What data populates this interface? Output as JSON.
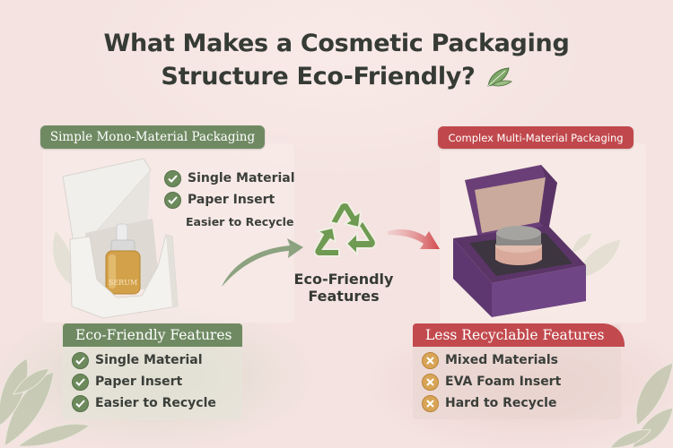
{
  "header": {
    "title_line1": "What Makes a Cosmetic Packaging",
    "title_line2": "Structure Eco-Friendly?",
    "title_icon": "leaf-icon"
  },
  "left": {
    "label": "Simple Mono-Material Packaging",
    "product": {
      "type": "white paper box with serum dropper bottle",
      "bottle_label": "SERUM"
    },
    "highlights": [
      {
        "icon": "check-icon",
        "text": "Single Material"
      },
      {
        "icon": "check-icon",
        "text": "Paper Insert"
      },
      {
        "icon": "",
        "text": "Easier to Recycle"
      }
    ],
    "features": {
      "heading": "Eco-Friendly Features",
      "items": [
        {
          "icon": "check-icon",
          "text": "Single Material"
        },
        {
          "icon": "check-icon",
          "text": "Paper Insert"
        },
        {
          "icon": "check-icon",
          "text": "Easier to Recycle"
        }
      ]
    }
  },
  "center": {
    "icon": "recycle-icon",
    "label_line1": "Eco-Friendly",
    "label_line2": "Features"
  },
  "right": {
    "label": "Complex Multi-Material Packaging",
    "product": {
      "type": "purple rigid box with foam insert and cosmetic jar"
    },
    "features": {
      "heading": "Less Recyclable Features",
      "items": [
        {
          "icon": "x-icon",
          "text": "Mixed Materials"
        },
        {
          "icon": "x-icon",
          "text": "EVA Foam Insert"
        },
        {
          "icon": "x-icon",
          "text": "Hard to Recycle"
        }
      ]
    }
  },
  "colors": {
    "background": "#f4e3e1",
    "eco_green": "#6f8a62",
    "warning_red": "#c0484c",
    "x_icon_amber": "#d8a456",
    "box_purple": "#6a3f78",
    "title_text": "#363b35"
  }
}
